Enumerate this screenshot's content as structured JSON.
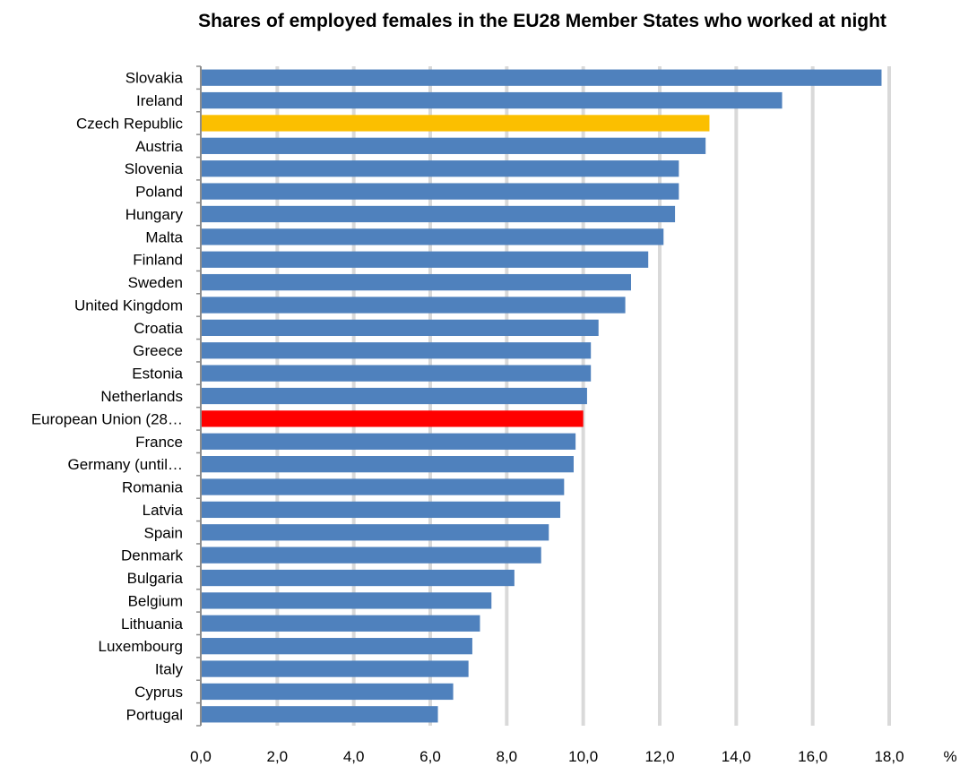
{
  "chart_data": {
    "type": "bar",
    "orientation": "horizontal",
    "title": "Shares of employed females in the EU28 Member States who worked at night",
    "categories": [
      "Slovakia",
      "Ireland",
      "Czech Republic",
      "Austria",
      "Slovenia",
      "Poland",
      "Hungary",
      "Malta",
      "Finland",
      "Sweden",
      "United Kingdom",
      "Croatia",
      "Greece",
      "Estonia",
      "Netherlands",
      "European Union (28…",
      "France",
      "Germany (until…",
      "Romania",
      "Latvia",
      "Spain",
      "Denmark",
      "Bulgaria",
      "Belgium",
      "Lithuania",
      "Luxembourg",
      "Italy",
      "Cyprus",
      "Portugal"
    ],
    "values": [
      17.8,
      15.2,
      13.3,
      13.2,
      12.5,
      12.5,
      12.4,
      12.1,
      11.7,
      11.25,
      11.1,
      10.4,
      10.2,
      10.2,
      10.1,
      10.0,
      9.8,
      9.75,
      9.5,
      9.4,
      9.1,
      8.9,
      8.2,
      7.6,
      7.3,
      7.1,
      7.0,
      6.6,
      6.2
    ],
    "highlights": {
      "Czech Republic": "#fbbf00",
      "European Union (28…": "#ff0000"
    },
    "bar_color": "#4f81bd",
    "xlim": [
      0,
      18
    ],
    "x_ticks": [
      "0,0",
      "2,0",
      "4,0",
      "6,0",
      "8,0",
      "10,0",
      "12,0",
      "14,0",
      "16,0",
      "18,0"
    ],
    "x_unit": "%",
    "grid": "vertical gridlines"
  }
}
